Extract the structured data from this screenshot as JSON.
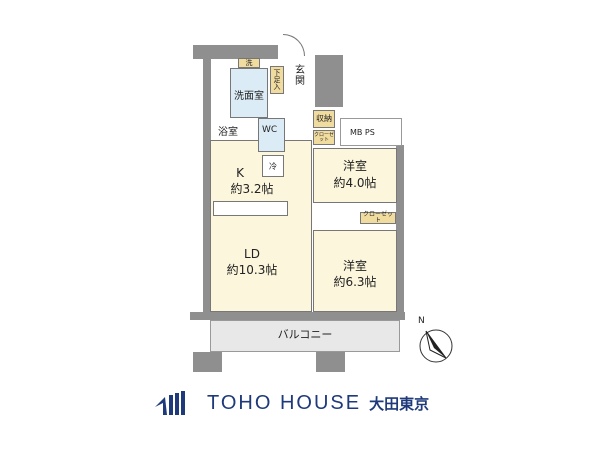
{
  "rooms": {
    "entrance": "玄関",
    "washroom": "洗面室",
    "bath": "浴室",
    "wc": "WC",
    "storage": "収納",
    "closet": "クローゼット",
    "mbps": "MB PS",
    "western1_name": "洋室",
    "western1_size": "約4.0帖",
    "kitchen_name": "K",
    "kitchen_size": "約3.2帖",
    "ld_name": "LD",
    "ld_size": "約10.3帖",
    "western2_name": "洋室",
    "western2_size": "約6.3帖",
    "balcony": "バルコニー",
    "shoe": "下足入",
    "washer": "洗",
    "fridge": "冷"
  },
  "compass": "N",
  "logo": {
    "name": "TOHO HOUSE",
    "branch": "大田東京",
    "color": "#1f3a7a"
  }
}
